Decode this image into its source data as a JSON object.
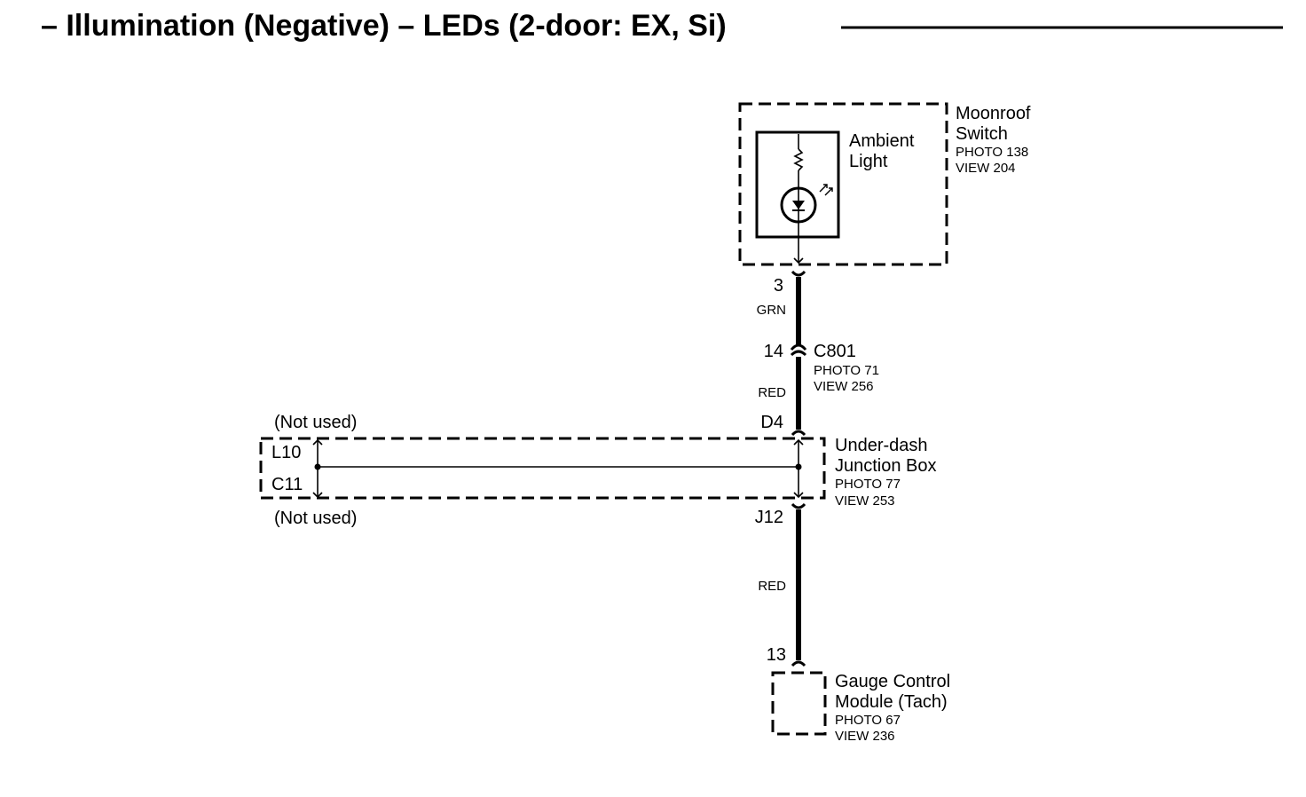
{
  "title": "– Illumination (Negative) – LEDs (2-door: EX, Si)",
  "colors": {
    "ink": "#000000",
    "background": "#ffffff"
  },
  "components": {
    "moonroof_switch": {
      "name_line1": "Moonroof",
      "name_line2": "Switch",
      "photo": "PHOTO 138",
      "view": "VIEW 204"
    },
    "ambient_light": {
      "name_line1": "Ambient",
      "name_line2": "Light"
    },
    "c801": {
      "name": "C801",
      "photo": "PHOTO 71",
      "view": "VIEW 256"
    },
    "junction_box": {
      "name_line1": "Under-dash",
      "name_line2": "Junction Box",
      "photo": "PHOTO 77",
      "view": "VIEW 253"
    },
    "gauge_module": {
      "name_line1": "Gauge Control",
      "name_line2": "Module (Tach)",
      "photo": "PHOTO 67",
      "view": "VIEW 236"
    }
  },
  "pins": {
    "moonroof_pin": "3",
    "c801_pin": "14",
    "jb_top": "D4",
    "jb_bottom": "J12",
    "jb_left_top": "L10",
    "jb_left_bottom": "C11",
    "gauge_pin": "13"
  },
  "wires": {
    "w1": "GRN",
    "w2": "RED",
    "w3": "RED"
  },
  "notes": {
    "not_used_top": "(Not used)",
    "not_used_bottom": "(Not used)"
  }
}
